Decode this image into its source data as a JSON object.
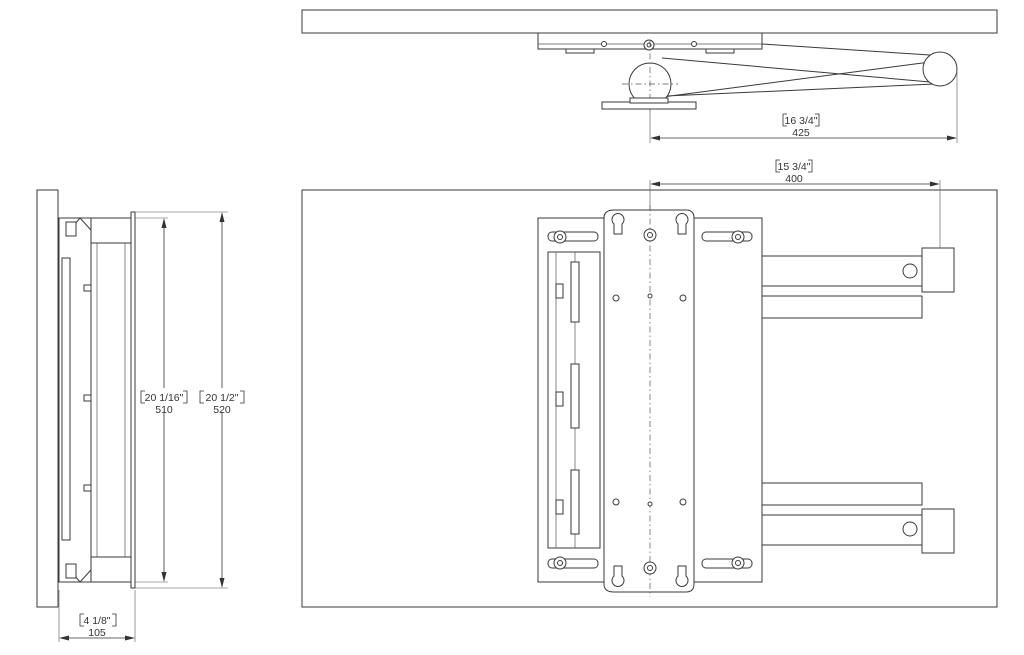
{
  "dimensions": {
    "arm_extension": {
      "imperial": "16 3/4\"",
      "metric": "425"
    },
    "hole_spacing": {
      "imperial": "15 3/4\"",
      "metric": "400"
    },
    "plate_height": {
      "imperial": "20 1/16\"",
      "metric": "510"
    },
    "overall_height": {
      "imperial": "20 1/2\"",
      "metric": "520"
    },
    "wall_depth": {
      "imperial": "4 1/8\"",
      "metric": "105"
    }
  },
  "colors": {
    "line": "#3a3a3a",
    "dimension": "#333333",
    "background": "#ffffff"
  }
}
